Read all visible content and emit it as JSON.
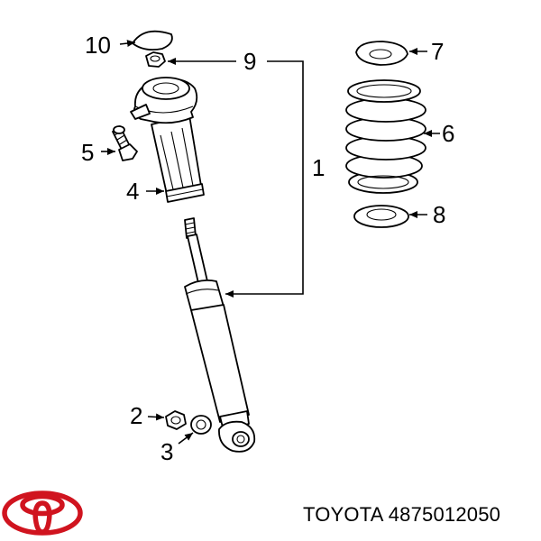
{
  "callouts": {
    "c1": "1",
    "c2": "2",
    "c3": "3",
    "c4": "4",
    "c5": "5",
    "c6": "6",
    "c7": "7",
    "c8": "8",
    "c9": "9",
    "c10": "10"
  },
  "caption": "TOYOTA 4875012050",
  "brand_color": "#d0141f",
  "logo_icon": "toyota-logo-icon"
}
